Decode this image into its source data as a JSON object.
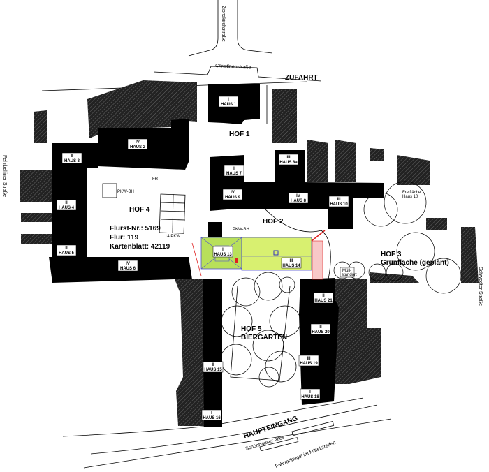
{
  "streets": {
    "top": "Zionskirchstraße",
    "christinen": "Christinenstraße",
    "left": "Fehrbelliner Straße",
    "right": "Schwedter Straße",
    "bottom": "Schönhauser Allee",
    "bikes": "Fahrradbügel im Mittelstreifen"
  },
  "entrances": {
    "access": "ZUFAHRT",
    "main": "HAUPTEINGANG"
  },
  "courtyards": {
    "hof1": "HOF 1",
    "hof2": "HOF 2",
    "hof3": "HOF 3",
    "hof3_sub": "Grünfläche (geplant)",
    "hof4": "HOF 4",
    "hof5": "HOF 5",
    "hof5_sub": "BIERGARTEN"
  },
  "parcel": {
    "flurst": "Flurst-Nr.: 5169",
    "flur": "Flur: 119",
    "kartenblatt": "Kartenblatt: 42119"
  },
  "houses": [
    {
      "name": "HAUS 1",
      "floors": "I"
    },
    {
      "name": "HAUS 2",
      "floors": "IV"
    },
    {
      "name": "HAUS 3",
      "floors": "II"
    },
    {
      "name": "HAUS 4",
      "floors": "II"
    },
    {
      "name": "HAUS 5",
      "floors": "II"
    },
    {
      "name": "HAUS 6",
      "floors": "IV"
    },
    {
      "name": "HAUS 7",
      "floors": "I"
    },
    {
      "name": "HAUS 9",
      "floors": "IV"
    },
    {
      "name": "HAUS 8a",
      "floors": "III"
    },
    {
      "name": "HAUS 8",
      "floors": "IV"
    },
    {
      "name": "HAUS 10",
      "floors": "III"
    },
    {
      "name": "HAUS 13",
      "floors": "I"
    },
    {
      "name": "HAUS 14",
      "floors": "III"
    },
    {
      "name": "HAUS 21",
      "floors": "II"
    },
    {
      "name": "HAUS 20",
      "floors": "II"
    },
    {
      "name": "HAUS 19",
      "floors": "III"
    },
    {
      "name": "HAUS 18",
      "floors": "I"
    },
    {
      "name": "HAUS 15",
      "floors": "II"
    },
    {
      "name": "HAUS 16",
      "floors": "I"
    }
  ],
  "small_labels": {
    "pkw_bh": "PKW-BH",
    "pkw_bh2": "PKW-BH",
    "pkw14": "14 PKW",
    "fr": "FR",
    "freiflaeche": "Freifläche",
    "freiflaeche2": "Haus 10",
    "muell": "Müll-",
    "muell2": "standort"
  },
  "colors": {
    "roof_green": "#b8e05a",
    "roof_light": "#d8f070",
    "fire_red": "#e02020",
    "buildings": "#000000"
  }
}
